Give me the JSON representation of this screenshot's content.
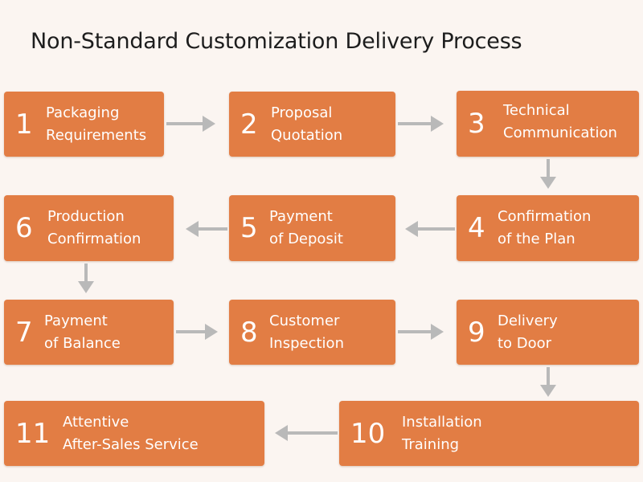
{
  "title": "Non-Standard Customization Delivery Process",
  "colors": {
    "box": "#e27d44",
    "arrow": "#b9b9b9",
    "text": "#ffffff",
    "background": "#fbf5f1"
  },
  "steps": [
    {
      "num": "1",
      "line1": "Packaging",
      "line2": "Requirements"
    },
    {
      "num": "2",
      "line1": "Proposal",
      "line2": "Quotation"
    },
    {
      "num": "3",
      "line1": "Technical",
      "line2": "Communication"
    },
    {
      "num": "4",
      "line1": "Confirmation",
      "line2": "of the Plan"
    },
    {
      "num": "5",
      "line1": "Payment",
      "line2": "of Deposit"
    },
    {
      "num": "6",
      "line1": "Production",
      "line2": "Confirmation"
    },
    {
      "num": "7",
      "line1": "Payment",
      "line2": "of Balance"
    },
    {
      "num": "8",
      "line1": "Customer",
      "line2": "Inspection"
    },
    {
      "num": "9",
      "line1": "Delivery",
      "line2": "to Door"
    },
    {
      "num": "10",
      "line1": "Installation",
      "line2": "Training"
    },
    {
      "num": "11",
      "line1": "Attentive",
      "line2": "After-Sales Service"
    }
  ],
  "arrows": [
    {
      "from": "1",
      "to": "2",
      "direction": "right"
    },
    {
      "from": "2",
      "to": "3",
      "direction": "right"
    },
    {
      "from": "3",
      "to": "4",
      "direction": "down"
    },
    {
      "from": "4",
      "to": "5",
      "direction": "left"
    },
    {
      "from": "5",
      "to": "6",
      "direction": "left"
    },
    {
      "from": "6",
      "to": "7",
      "direction": "down"
    },
    {
      "from": "7",
      "to": "8",
      "direction": "right"
    },
    {
      "from": "8",
      "to": "9",
      "direction": "right"
    },
    {
      "from": "9",
      "to": "10",
      "direction": "down"
    },
    {
      "from": "10",
      "to": "11",
      "direction": "left"
    }
  ]
}
